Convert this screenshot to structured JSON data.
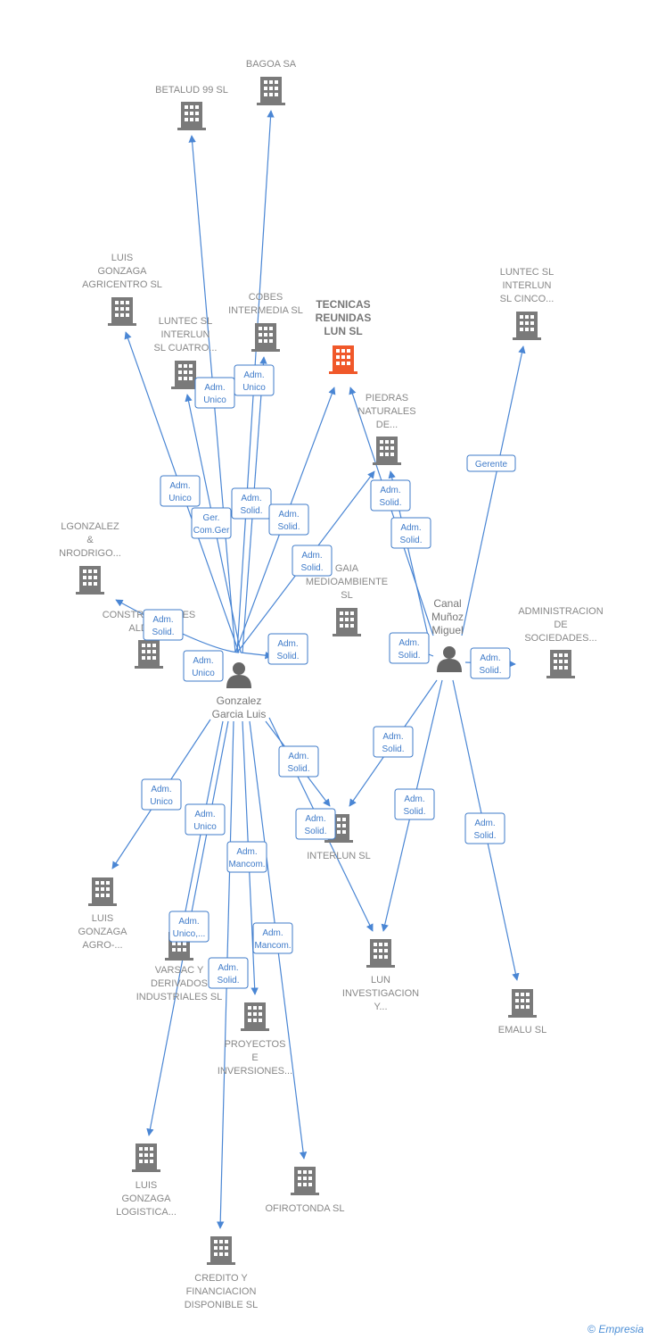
{
  "colors": {
    "edge": "#4a86d4",
    "edge_label": "#3f7bc9",
    "company_icon": "#7a7a7a",
    "company_icon_main": "#f0582a",
    "person_icon": "#666666",
    "label": "#888888"
  },
  "persons": [
    {
      "id": "p1",
      "lines": [
        "Gonzalez",
        "Garcia Luis"
      ],
      "icon": "person-icon"
    },
    {
      "id": "p2",
      "lines": [
        "Canal",
        "Muñoz",
        "Miguel"
      ],
      "icon": "person-icon"
    }
  ],
  "companies": [
    {
      "id": "c_bagoa",
      "lines": [
        "BAGOA SA"
      ],
      "main": false
    },
    {
      "id": "c_betalud",
      "lines": [
        "BETALUD 99 SL"
      ],
      "main": false
    },
    {
      "id": "c_agricentro",
      "lines": [
        "LUIS",
        "GONZAGA",
        "AGRICENTRO SL"
      ],
      "main": false
    },
    {
      "id": "c_cobes",
      "lines": [
        "COBES",
        "INTERMEDIA SL"
      ],
      "main": false
    },
    {
      "id": "c_tecnicas",
      "lines": [
        "TECNICAS",
        "REUNIDAS",
        "LUN  SL"
      ],
      "main": true
    },
    {
      "id": "c_luntec4",
      "lines": [
        "LUNTEC SL",
        "INTERLUN",
        "SL CUATRO..."
      ],
      "main": false
    },
    {
      "id": "c_luntec5",
      "lines": [
        "LUNTEC SL",
        "INTERLUN",
        "SL CINCO..."
      ],
      "main": false
    },
    {
      "id": "c_piedras",
      "lines": [
        "PIEDRAS",
        "NATURALES",
        "DE..."
      ],
      "main": false
    },
    {
      "id": "c_lgonzalez",
      "lines": [
        "LGONZALEZ",
        "&",
        "NRODRIGO..."
      ],
      "main": false
    },
    {
      "id": "c_gaia",
      "lines": [
        "GAIA",
        "MEDIOAMBIENTE",
        "SL"
      ],
      "main": false
    },
    {
      "id": "c_constr",
      "lines": [
        "CONSTRUCCIONES",
        "ALDEA..."
      ],
      "main": false
    },
    {
      "id": "c_admsoc",
      "lines": [
        "ADMINISTRACION",
        "DE",
        "SOCIEDADES..."
      ],
      "main": false
    },
    {
      "id": "c_interlun",
      "lines": [
        "INTERLUN SL"
      ],
      "main": false
    },
    {
      "id": "c_agro",
      "lines": [
        "LUIS",
        "GONZAGA",
        "AGRO-..."
      ],
      "main": false
    },
    {
      "id": "c_varsac",
      "lines": [
        "VARSAC Y",
        "DERIVADOS",
        "INDUSTRIALES SL"
      ],
      "main": false
    },
    {
      "id": "c_lunInv",
      "lines": [
        "LUN",
        "INVESTIGACION",
        "Y..."
      ],
      "main": false
    },
    {
      "id": "c_emalu",
      "lines": [
        "EMALU SL"
      ],
      "main": false
    },
    {
      "id": "c_proyectos",
      "lines": [
        "PROYECTOS",
        "E",
        "INVERSIONES..."
      ],
      "main": false
    },
    {
      "id": "c_logistica",
      "lines": [
        "LUIS",
        "GONZAGA",
        "LOGISTICA..."
      ],
      "main": false
    },
    {
      "id": "c_ofirotonda",
      "lines": [
        "OFIROTONDA SL"
      ],
      "main": false
    },
    {
      "id": "c_credito",
      "lines": [
        "CREDITO Y",
        "FINANCIACION",
        "DISPONIBLE SL"
      ],
      "main": false
    }
  ],
  "edge_labels": [
    {
      "id": "e1",
      "lines": [
        "Adm.",
        "Unico"
      ]
    },
    {
      "id": "e2",
      "lines": [
        "Adm.",
        "Unico"
      ]
    },
    {
      "id": "e3",
      "lines": [
        "Adm.",
        "Unico"
      ]
    },
    {
      "id": "e4",
      "lines": [
        "Ger.",
        "Com.Ger"
      ]
    },
    {
      "id": "e5",
      "lines": [
        "Adm.",
        "Solid."
      ]
    },
    {
      "id": "e6",
      "lines": [
        "Adm.",
        "Solid."
      ]
    },
    {
      "id": "e7",
      "lines": [
        "Adm.",
        "Solid."
      ]
    },
    {
      "id": "e8",
      "lines": [
        "Adm.",
        "Solid."
      ]
    },
    {
      "id": "e9",
      "lines": [
        "Adm.",
        "Solid."
      ]
    },
    {
      "id": "e10",
      "lines": [
        "Adm.",
        "Unico"
      ]
    },
    {
      "id": "e11",
      "lines": [
        "Adm.",
        "Solid."
      ]
    },
    {
      "id": "e12",
      "lines": [
        "Gerente"
      ]
    },
    {
      "id": "e13",
      "lines": [
        "Adm.",
        "Solid."
      ]
    },
    {
      "id": "e14",
      "lines": [
        "Adm.",
        "Solid."
      ]
    },
    {
      "id": "e15",
      "lines": [
        "Adm.",
        "Solid."
      ]
    },
    {
      "id": "e16",
      "lines": [
        "Adm.",
        "Solid."
      ]
    },
    {
      "id": "e17",
      "lines": [
        "Adm.",
        "Solid."
      ]
    },
    {
      "id": "e18",
      "lines": [
        "Adm.",
        "Solid."
      ]
    },
    {
      "id": "e19",
      "lines": [
        "Adm.",
        "Solid."
      ]
    },
    {
      "id": "e20",
      "lines": [
        "Adm.",
        "Unico"
      ]
    },
    {
      "id": "e21",
      "lines": [
        "Adm.",
        "Unico"
      ]
    },
    {
      "id": "e22",
      "lines": [
        "Adm.",
        "Mancom."
      ]
    },
    {
      "id": "e23",
      "lines": [
        "Adm.",
        "Unico,..."
      ]
    },
    {
      "id": "e24",
      "lines": [
        "Adm.",
        "Mancom."
      ]
    },
    {
      "id": "e25",
      "lines": [
        "Adm.",
        "Solid."
      ]
    },
    {
      "id": "e26",
      "lines": [
        "Adm.",
        "Solid."
      ]
    },
    {
      "id": "e27",
      "lines": [
        "Adm.",
        "Solid."
      ]
    }
  ],
  "footer": {
    "copyright": "©",
    "brand": "Empresia"
  }
}
